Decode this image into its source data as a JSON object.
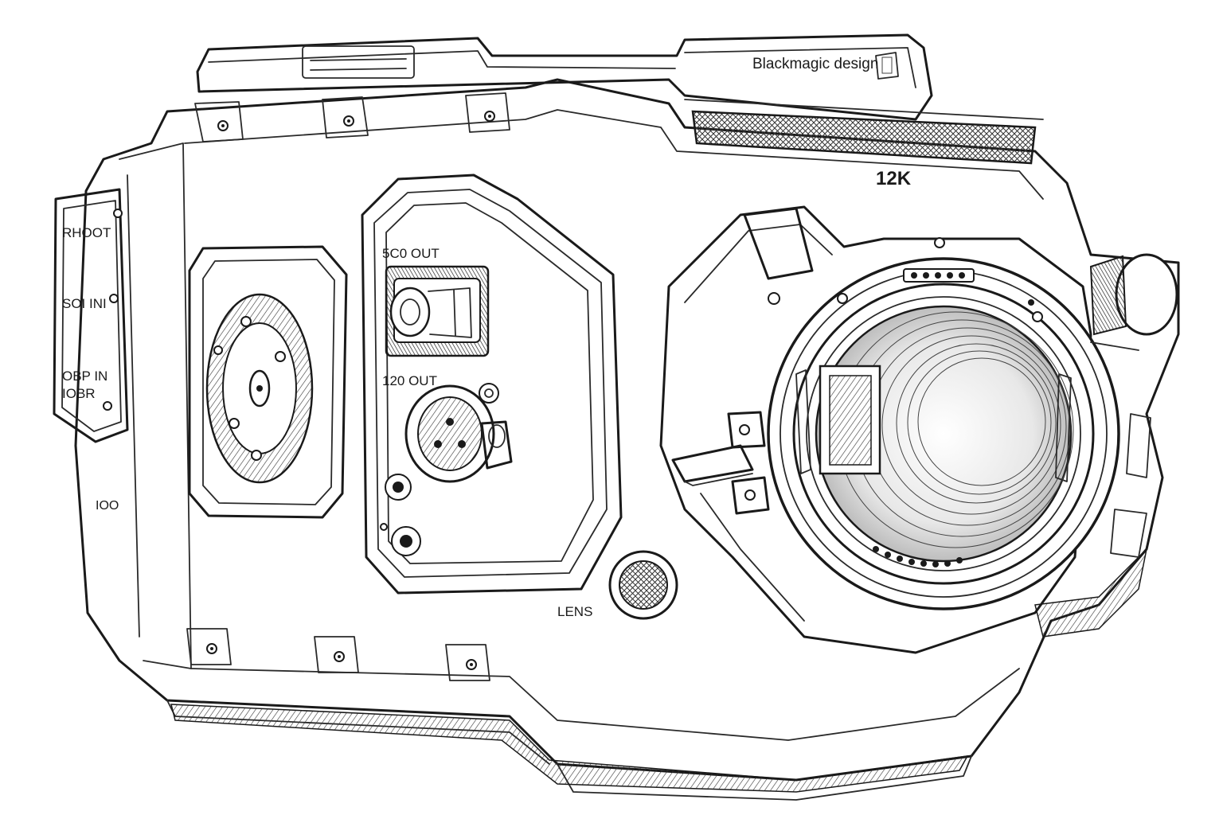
{
  "labels": {
    "brand": "Blackmagic design",
    "model": "12K",
    "side_port_1": "RHOOT",
    "side_port_2": "SOI INI",
    "side_port_3": "OBP IN",
    "side_port_4": "IOBR",
    "side_port_5": "IOO",
    "port_sdi_out": "5C0 OUT",
    "port_audio_out": "120 OUT",
    "port_lens": "LENS"
  },
  "icons": {
    "rosette": "rosette-mount-icon",
    "sdi": "bnc-connector-icon",
    "xlr": "xlr-connector-icon",
    "lens_connector": "lens-connector-icon",
    "mount": "lens-mount-icon"
  },
  "colors": {
    "ink": "#1a1a1a",
    "paper": "#ffffff"
  }
}
